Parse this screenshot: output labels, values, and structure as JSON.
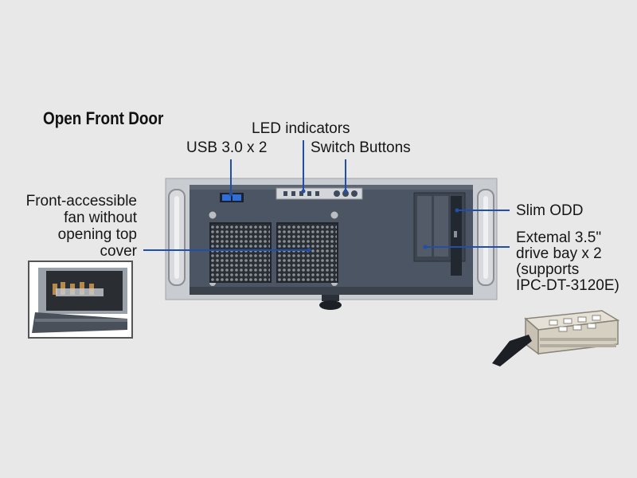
{
  "title": "Open Front Door",
  "callouts": {
    "led": "LED indicators",
    "usb": "USB 3.0 x 2",
    "switch": "Switch Buttons",
    "fan": [
      "Front-accessible",
      "fan without",
      "opening top",
      "cover"
    ],
    "slim_odd": "Slim ODD",
    "drive_bay": [
      "Extemal 3.5\"",
      "drive bay x 2",
      "(supports",
      "IPC-DT-3120E)"
    ]
  },
  "colors": {
    "background": "#e8e8e8",
    "chassis_frame": "#c9ccd0",
    "front_panel": "#4b5563",
    "leader_line": "#1f4fa8",
    "usb_port": "#2f6fd6"
  }
}
